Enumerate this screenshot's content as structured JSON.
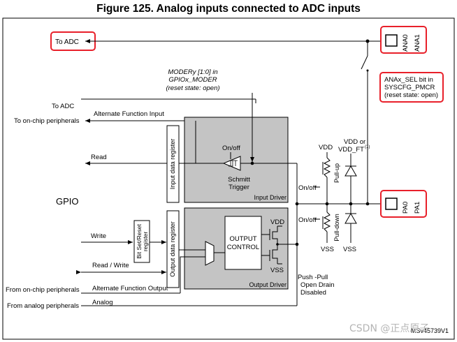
{
  "title": "Figure 125. Analog inputs connected to ADC inputs",
  "labels": {
    "to_adc_top": "To ADC",
    "ana0": "ANA0",
    "ana1": "ANA1",
    "pa0": "PA0",
    "pa1": "PA1",
    "moder_1": "MODERy [1:0] in",
    "moder_2": "GPIOx_MODER",
    "moder_3": "(reset state: open)",
    "anax_1": "ANAx_SEL bit in",
    "anax_2": "SYSCFG_PMCR",
    "anax_3": "(reset state: open)",
    "to_adc_mid": "To ADC",
    "alt_func_input": "Alternate Function Input",
    "to_onchip": "To on-chip peripherals",
    "read": "Read",
    "gpio": "GPIO",
    "write": "Write",
    "read_write": "Read / Write",
    "from_onchip": "From on-chip peripherals",
    "alt_func_output": "Alternate Function Output",
    "from_analog": "From analog peripherals",
    "analog": "Analog",
    "input_data_register": "Input data register",
    "output_data_register": "Output data register",
    "bit_set_reset_1": "Bit Set/Reset",
    "bit_set_reset_2": "register",
    "on_off": "On/off",
    "schmitt_1": "Schmitt",
    "schmitt_2": "Trigger",
    "input_driver": "Input Driver",
    "output_control_1": "OUTPUT",
    "output_control_2": "CONTROL",
    "vdd": "VDD",
    "vss": "VSS",
    "output_driver": "Output Driver",
    "pp_1": "Push -Pull",
    "pp_2": "Open Drain",
    "pp_3": "Disabled",
    "vdd_top": "VDD",
    "vdd_or": "VDD or",
    "vdd_ft": "VDD_FT",
    "vdd_ft_sup": "(1)",
    "pull_up": "Pull-up",
    "pull_down": "Pull-down",
    "vss_bottom": "VSS",
    "on_off_up": "On/off",
    "on_off_down": "On/off",
    "ref_id": "MSv45739V1",
    "watermark": "CSDN @正点原子"
  },
  "colors": {
    "callout_border": "#e8202a",
    "driver_fill": "#c4c4c4",
    "line": "#000000"
  }
}
